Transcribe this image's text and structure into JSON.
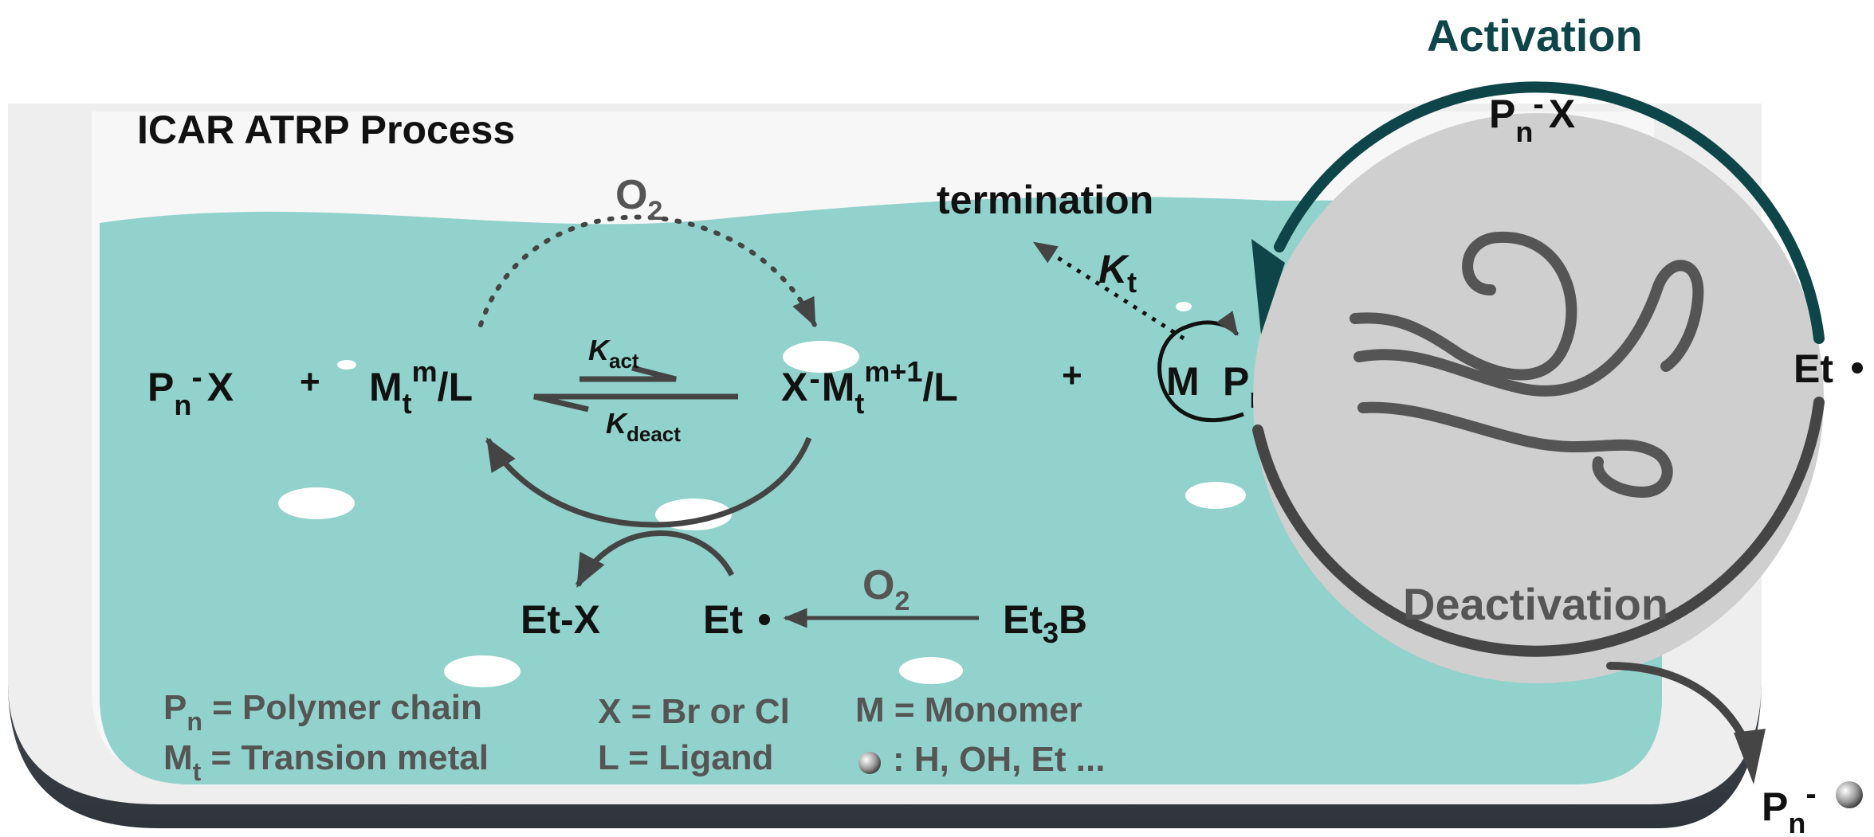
{
  "title": "ICAR ATRP Process",
  "colors": {
    "liquid": "#92d2cc",
    "container": "#eeeeee",
    "container_base": "#333a40",
    "arrow": "#444444",
    "circle_fill": "#cfcfcf",
    "activation": "#0e4548",
    "deactivation": "#454545",
    "text_dark": "#111111",
    "text_grey": "#555555"
  },
  "reaction": {
    "o2_top": {
      "main": "O",
      "sub": "2"
    },
    "left_term": {
      "p": "P",
      "n": "n",
      "dash": "-",
      "x": "X"
    },
    "plus_1": "+",
    "metal_low": {
      "m": "M",
      "t": "t",
      "sup": "m",
      "rest": "/L"
    },
    "k_act": {
      "k": "K",
      "sub": "act"
    },
    "k_deact": {
      "k": "K",
      "sub": "deact"
    },
    "metal_high": {
      "x": "X",
      "dash": "-",
      "m": "M",
      "t": "t",
      "sup": "m+1",
      "rest": "/L"
    },
    "plus_2": "+",
    "termination": "termination",
    "k_t": {
      "k": "K",
      "sub": "t"
    },
    "monomer_label": "M",
    "radical": {
      "p": "P",
      "n": "n"
    },
    "et_x": "Et-X",
    "et_radical": "Et",
    "o2_bottom": {
      "main": "O",
      "sub": "2"
    },
    "et3b": {
      "pre": "Et",
      "sub": "3",
      "post": "B"
    }
  },
  "circle": {
    "activation_label": "Activation",
    "deactivation_label": "Deactivation",
    "dormant": {
      "p": "P",
      "n": "n",
      "dash": "-",
      "x": "X"
    },
    "et_radical": "Et",
    "product": {
      "p": "P",
      "n": "n",
      "dash": "-"
    }
  },
  "legend": {
    "pn": {
      "p": "P",
      "n": "n",
      "text": " = Polymer chain"
    },
    "mt": {
      "m": "M",
      "t": "t",
      "text": " = Transion metal"
    },
    "x_def": "X = Br or Cl",
    "l_def": "L = Ligand",
    "m_def": "M = Monomer",
    "ball_def": ": H, OH, Et ..."
  }
}
